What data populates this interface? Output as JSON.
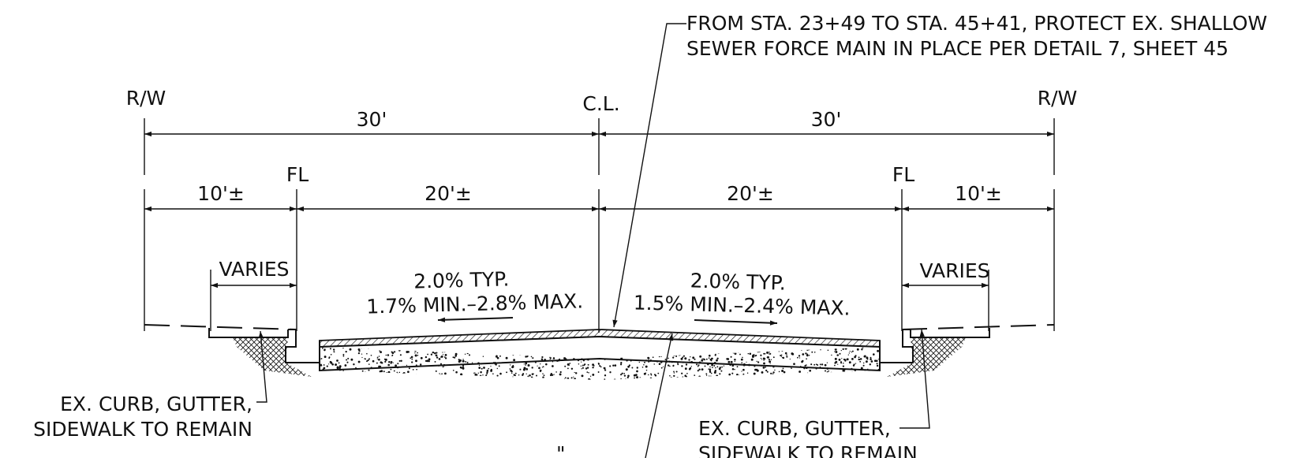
{
  "notes": {
    "top_line1": "FROM STA. 23+49 TO STA. 45+41, PROTECT EX. SHALLOW",
    "top_line2": "SEWER FORCE MAIN IN PLACE PER DETAIL 7, SHEET 45",
    "left_curb_line1": "EX. CURB, GUTTER,",
    "left_curb_line2": "SIDEWALK TO REMAIN",
    "right_curb_line1": "EX. CURB, GUTTER,",
    "right_curb_line2": "SIDEWALK TO REMAIN",
    "bottom_partial": "\""
  },
  "labels": {
    "rw_left": "R/W",
    "rw_right": "R/W",
    "centerline": "C.L.",
    "fl_left": "FL",
    "fl_right": "FL"
  },
  "dimensions": {
    "half_left": "30'",
    "half_right": "30'",
    "sidewalk_left": "10'±",
    "lane_left": "20'±",
    "lane_right": "20'±",
    "sidewalk_right": "10'±",
    "varies_left": "VARIES",
    "varies_right": "VARIES"
  },
  "slopes": {
    "left_typ": "2.0% TYP.",
    "left_range": "1.7% MIN.–2.8% MAX.",
    "right_typ": "2.0% TYP.",
    "right_range": "1.5% MIN.–2.4% MAX."
  },
  "colors": {
    "line": "#111111",
    "background": "#ffffff"
  }
}
